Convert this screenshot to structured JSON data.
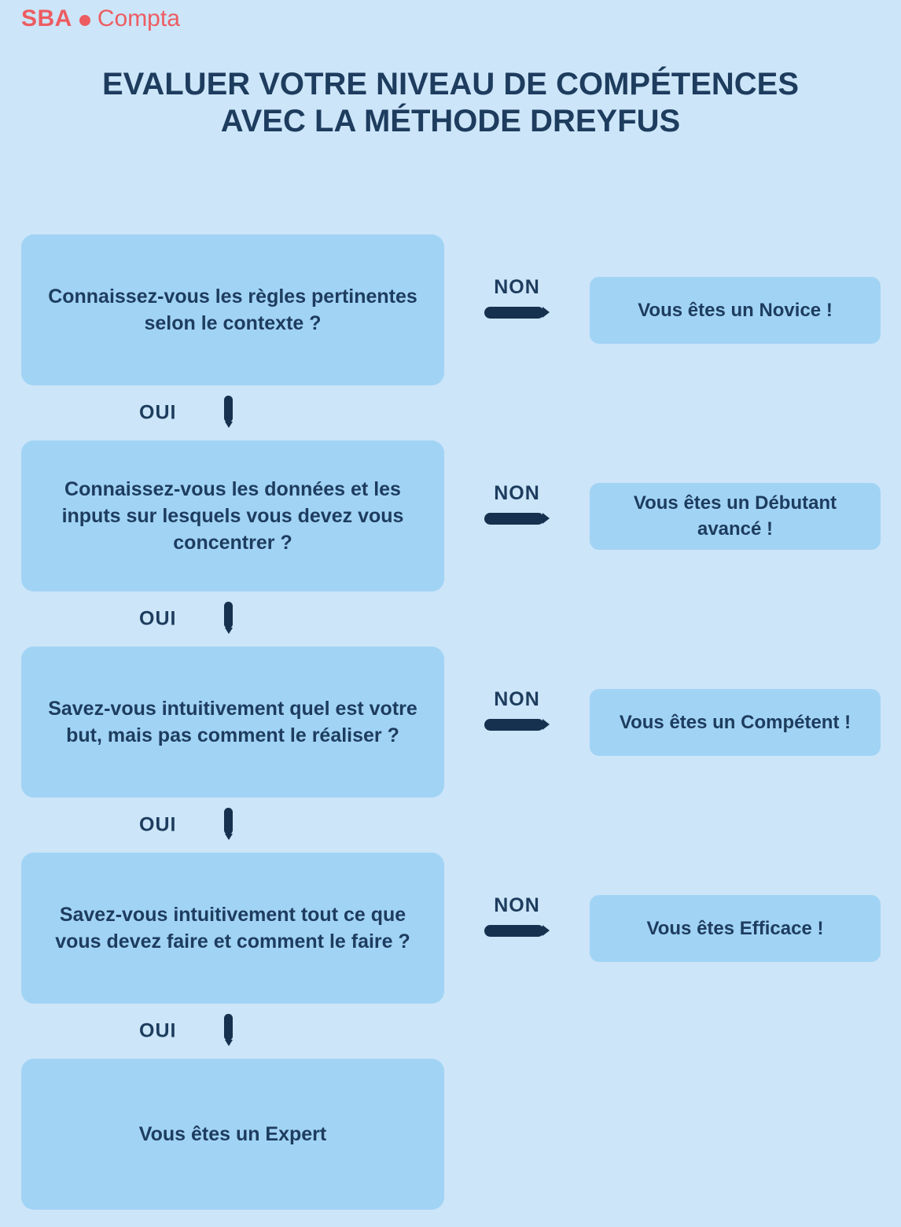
{
  "colors": {
    "background": "#cce5f8",
    "box": "#a1d3f4",
    "text_navy": "#1d3c5e",
    "arrow_navy": "#16314f",
    "logo_red": "#ed5c61"
  },
  "logo": {
    "brand": "SBA",
    "product": "Compta"
  },
  "title": {
    "line1": "EVALUER VOTRE NIVEAU DE COMPÉTENCES",
    "line2": "AVEC LA MÉTHODE DREYFUS"
  },
  "flow": {
    "yes_label": "OUI",
    "no_label": "NON",
    "steps": [
      {
        "question": "Connaissez-vous les règles pertinentes selon le contexte ?",
        "no_result": "Vous êtes un Novice !"
      },
      {
        "question": "Connaissez-vous les données et les inputs sur lesquels vous devez vous concentrer ?",
        "no_result": "Vous êtes un Débutant avancé !"
      },
      {
        "question": "Savez-vous intuitivement quel est votre but, mais pas comment le réaliser ?",
        "no_result": "Vous êtes un Compétent !"
      },
      {
        "question": "Savez-vous intuitivement tout ce que vous devez faire et comment le faire ?",
        "no_result": "Vous êtes Efficace !"
      }
    ],
    "final_result": "Vous êtes un Expert"
  }
}
